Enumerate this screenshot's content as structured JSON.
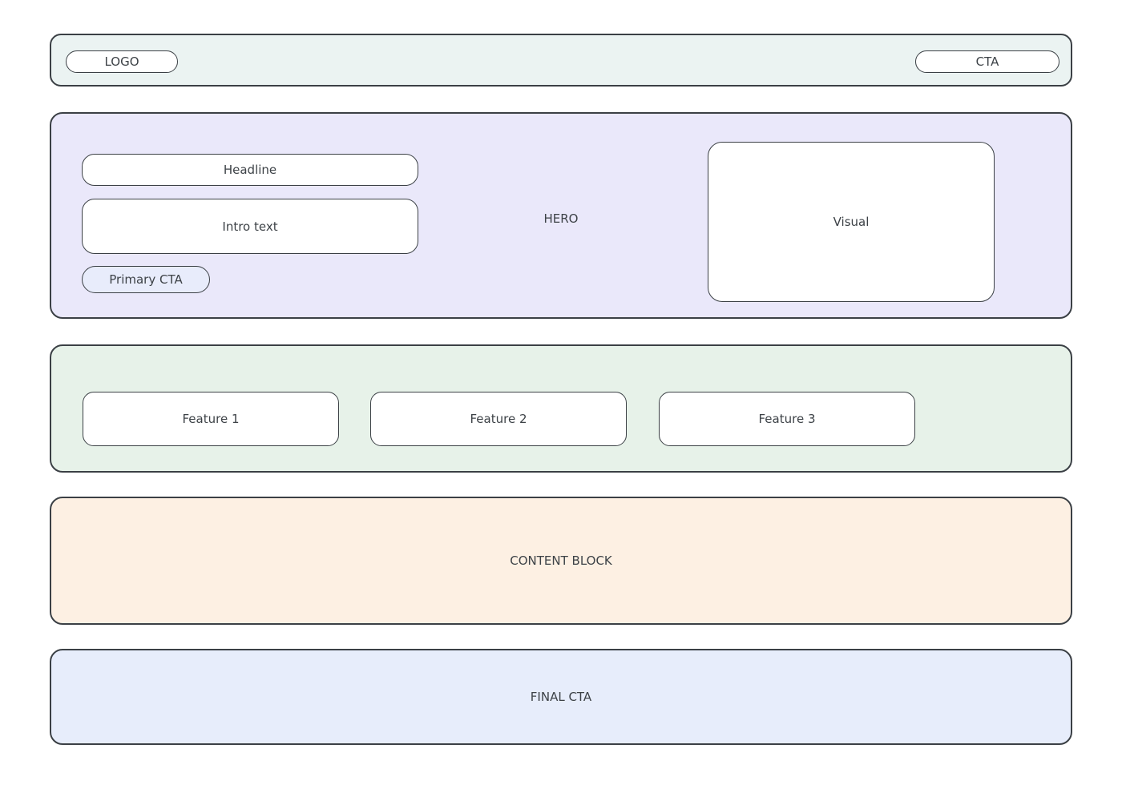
{
  "page": {
    "border_color": "#3b4045",
    "text_color": "#3d4247",
    "background": "#ffffff"
  },
  "top_bar": {
    "bg": "#ebf3f2",
    "logo_label": "LOGO",
    "cta_label": "CTA"
  },
  "hero": {
    "bg": "#eae8fa",
    "label": "HERO",
    "headline_label": "Headline",
    "intro_label": "Intro text",
    "primary_cta_label": "Primary CTA",
    "primary_cta_bg": "#e8ecfb",
    "visual_label": "Visual"
  },
  "features": {
    "bg": "#e7f2e9",
    "items": [
      {
        "label": "Feature 1"
      },
      {
        "label": "Feature 2"
      },
      {
        "label": "Feature 3"
      }
    ]
  },
  "content_block": {
    "bg": "#fdf0e3",
    "label": "CONTENT BLOCK"
  },
  "final_cta": {
    "bg": "#e7edfb",
    "label": "FINAL CTA"
  }
}
